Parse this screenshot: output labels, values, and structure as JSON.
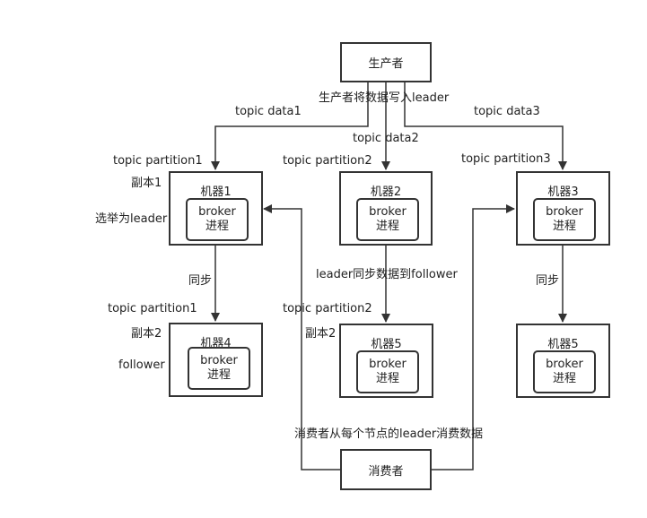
{
  "producer": {
    "label": "生产者",
    "write_label": "生产者将数据写入leader"
  },
  "consumer": {
    "label": "消费者",
    "read_label": "消费者从每个节点的leader消费数据"
  },
  "topics": {
    "data1": "topic data1",
    "data2": "topic data2",
    "data3": "topic data3",
    "partition1_top": "topic partition1",
    "partition2_top": "topic partition2",
    "partition3_top": "topic partition3",
    "partition1_bottom": "topic partition1",
    "partition2_bottom": "topic partition2"
  },
  "labels": {
    "replica1": "副本1",
    "elect_leader": "选举为leader",
    "replica2_left": "副本2",
    "follower": "follower",
    "replica2_mid": "副本2",
    "sync_left": "同步",
    "sync_right": "同步",
    "leader_sync": "leader同步数据到follower"
  },
  "machines": {
    "m1": {
      "title": "机器1",
      "line1": "broker",
      "line2": "进程"
    },
    "m2": {
      "title": "机器2",
      "line1": "broker",
      "line2": "进程"
    },
    "m3": {
      "title": "机器3",
      "line1": "broker",
      "line2": "进程"
    },
    "m4": {
      "title": "机器4",
      "line1": "broker",
      "line2": "进程"
    },
    "m5": {
      "title": "机器5",
      "line1": "broker",
      "line2": "进程"
    },
    "m6": {
      "title": "机器5",
      "line1": "broker",
      "line2": "进程"
    }
  }
}
